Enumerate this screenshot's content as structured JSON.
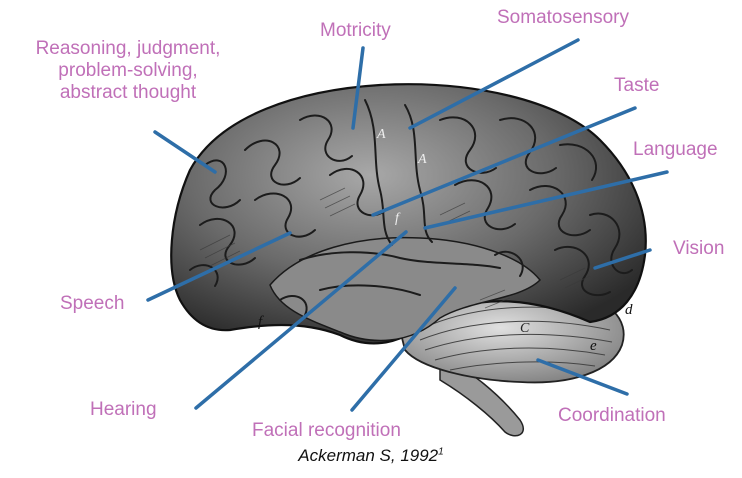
{
  "colors": {
    "label": "#c070b8",
    "leader_line": "#2e6ea8",
    "caption": "#111111"
  },
  "labels": {
    "reasoning": [
      "Reasoning, judgment,",
      "problem-solving,",
      "abstract thought"
    ],
    "motricity": "Motricity",
    "somatosensory": "Somatosensory",
    "taste": "Taste",
    "language": "Language",
    "vision": "Vision",
    "speech": "Speech",
    "hearing": "Hearing",
    "facial_recognition": "Facial recognition",
    "coordination": "Coordination"
  },
  "engraving_letters": [
    "A",
    "A",
    "f",
    "f",
    "d",
    "e",
    "C"
  ],
  "caption": {
    "text": "Ackerman S, 1992",
    "superscript": "1"
  }
}
